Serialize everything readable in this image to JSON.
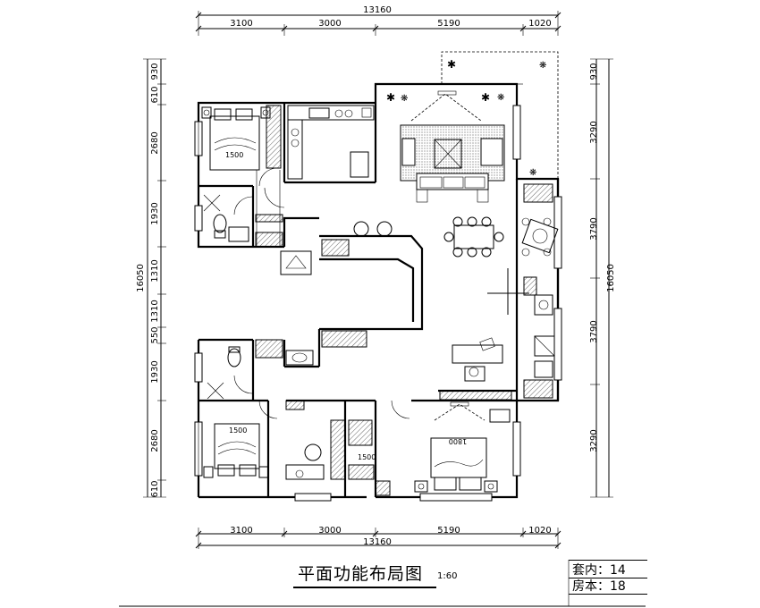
{
  "title": "平面功能布局图",
  "scale": "1:60",
  "info_table": [
    {
      "label": "套内：",
      "value": "14"
    },
    {
      "label": "房本：",
      "value": "18"
    }
  ],
  "dimensions": {
    "top_total": "13160",
    "top_segments": [
      "3100",
      "3000",
      "5190",
      "1020"
    ],
    "bottom_total": "13160",
    "bottom_segments": [
      "3100",
      "3000",
      "5190",
      "1020"
    ],
    "left_total": "16050",
    "left_segments": [
      "930",
      "610",
      "2680",
      "1930",
      "1310",
      "1310",
      "550",
      "1930",
      "2680",
      "610"
    ],
    "right_total": "16050",
    "right_segments": [
      "930",
      "3290",
      "3790",
      "3790",
      "3290"
    ]
  },
  "bed_labels": [
    "1500",
    "1500",
    "1500",
    "1800"
  ]
}
